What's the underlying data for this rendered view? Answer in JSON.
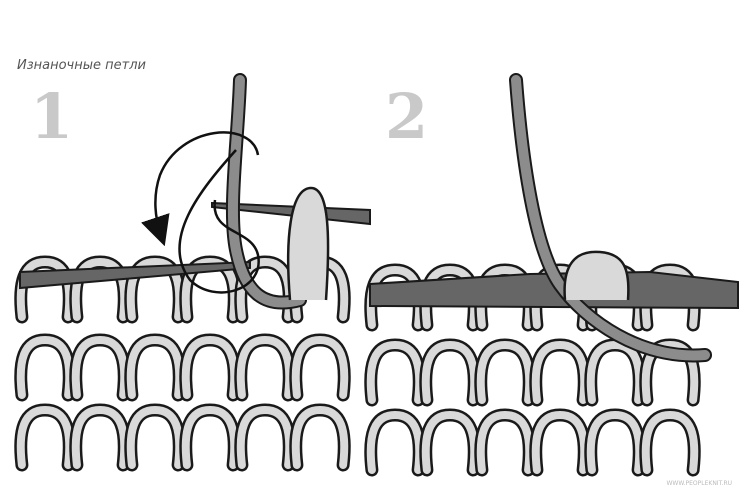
{
  "caption": "Изнаночные петли",
  "panels": [
    {
      "step": "1"
    },
    {
      "step": "2"
    }
  ],
  "watermark": {
    "url": "WWW.PEOPLEKNIT.RU"
  },
  "colors": {
    "yarn_fill": "#d9d9d9",
    "yarn_outline": "#1a1a1a",
    "needle": "#666666",
    "working_yarn": "#8c8c8c",
    "step_number": "#c9c9c9",
    "background": "#ffffff"
  }
}
